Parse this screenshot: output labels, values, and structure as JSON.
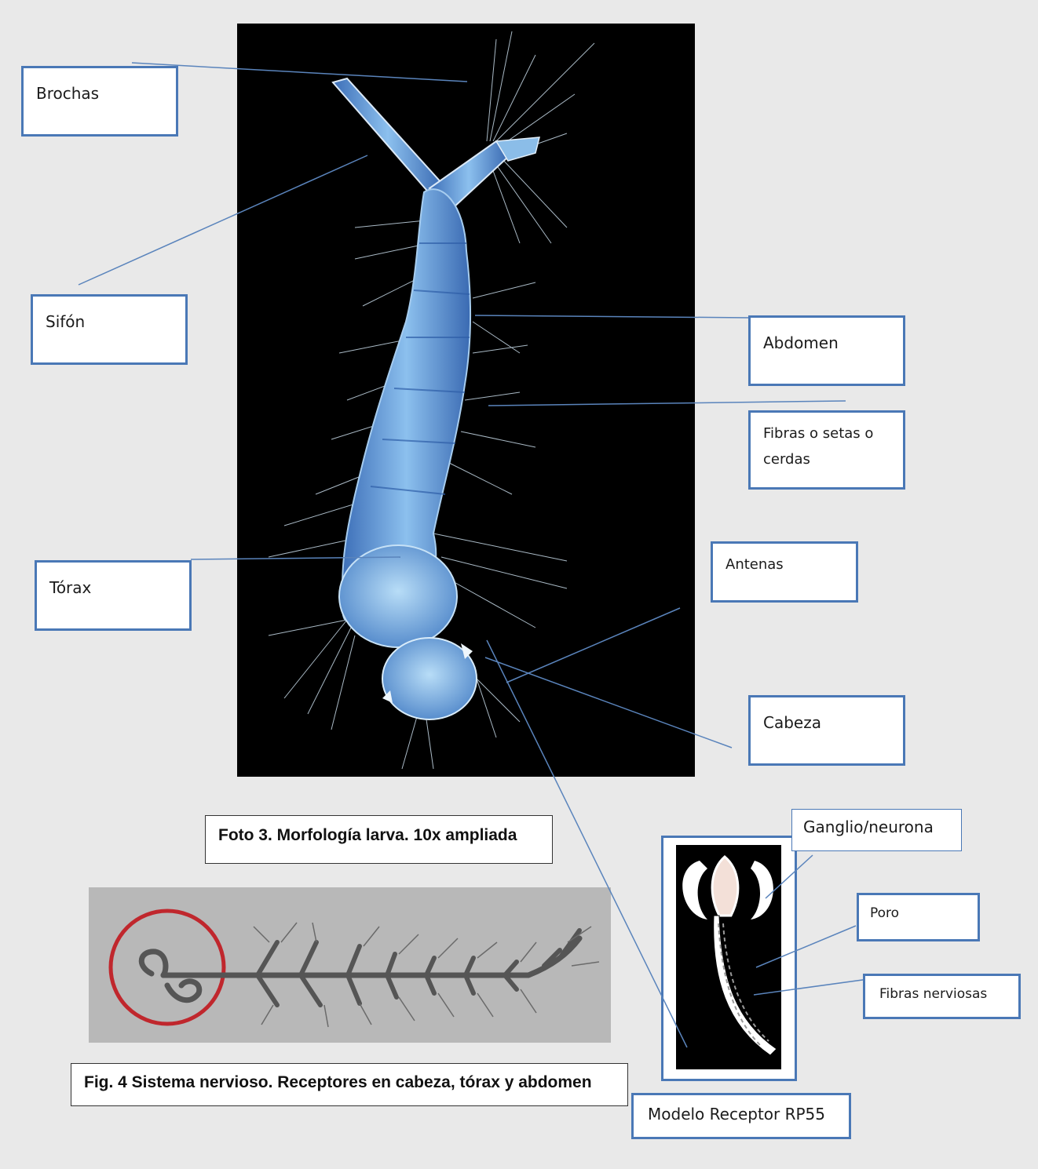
{
  "labels": {
    "brochas": "Brochas",
    "sifon": "Sifón",
    "abdomen": "Abdomen",
    "fibras": "Fibras o setas o cerdas",
    "torax": "Tórax",
    "antenas": "Antenas",
    "cabeza": "Cabeza",
    "ganglio": "Ganglio/neurona",
    "poro": "Poro",
    "fibras_nerviosas": "Fibras nerviosas",
    "modelo": "Modelo Receptor RP55"
  },
  "captions": {
    "foto3": "Foto 3. Morfología larva. 10x ampliada",
    "fig4": "Fig. 4 Sistema nervioso. Receptores en cabeza, tórax y abdomen"
  },
  "colors": {
    "box_border": "#4a78b6",
    "leader_line": "#5a84bc",
    "larva": "#6fa4dc",
    "nerve_circle": "#c0272d"
  }
}
